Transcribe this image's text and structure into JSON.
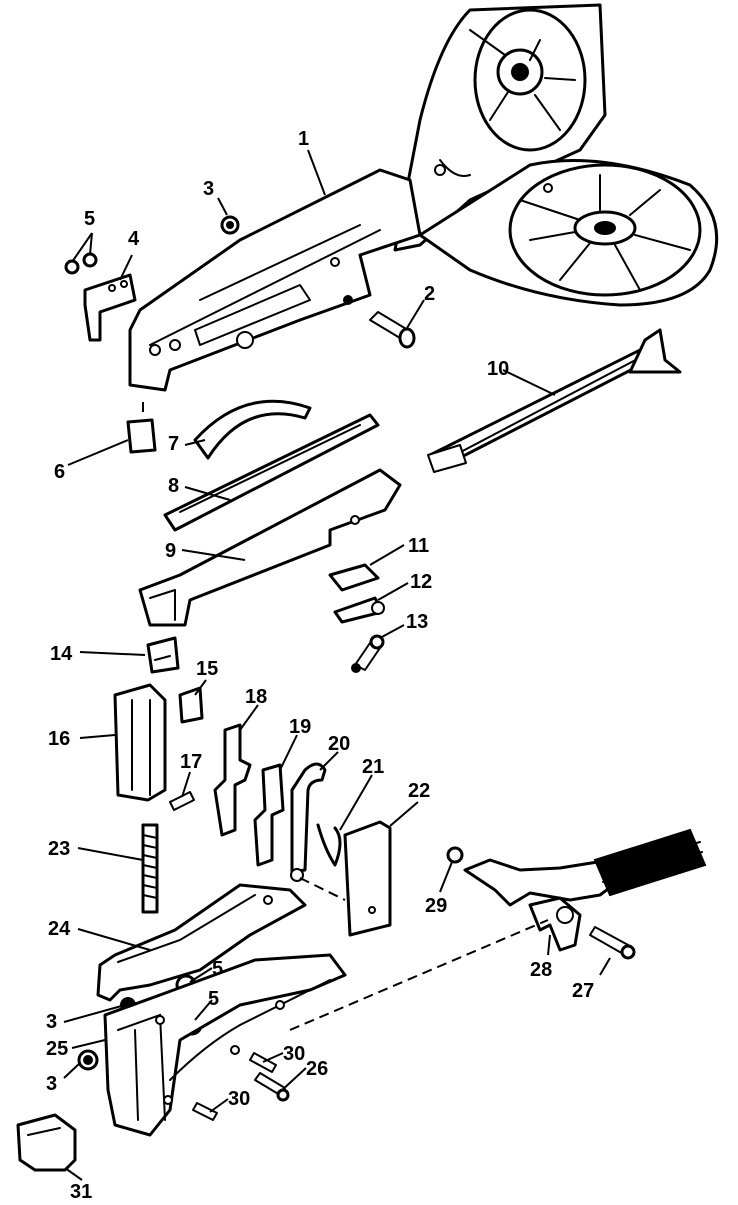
{
  "labels": {
    "l1": "1",
    "l2": "2",
    "l3a": "3",
    "l3b": "3",
    "l3c": "3",
    "l4": "4",
    "l5a": "5",
    "l5b": "5",
    "l5c": "5",
    "l6": "6",
    "l7": "7",
    "l8": "8",
    "l9": "9",
    "l10": "10",
    "l11": "11",
    "l12": "12",
    "l13": "13",
    "l14": "14",
    "l15": "15",
    "l16": "16",
    "l17": "17",
    "l18": "18",
    "l19": "19",
    "l20": "20",
    "l21": "21",
    "l22": "22",
    "l23": "23",
    "l24": "24",
    "l25": "25",
    "l26": "26",
    "l27": "27",
    "l28": "28",
    "l29": "29",
    "l30a": "30",
    "l30b": "30",
    "l31": "31"
  }
}
